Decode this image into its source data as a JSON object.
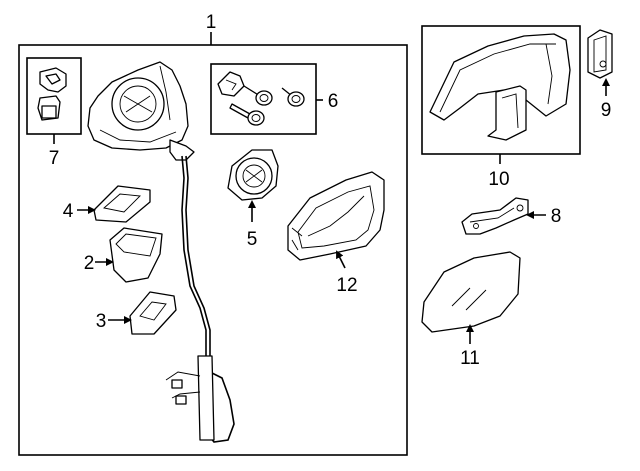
{
  "diagram": {
    "labels": {
      "c1": "1",
      "c2": "2",
      "c3": "3",
      "c4": "4",
      "c5": "5",
      "c6": "6",
      "c7": "7",
      "c8": "8",
      "c9": "9",
      "c10": "10",
      "c11": "11",
      "c12": "12"
    }
  },
  "colors": {
    "line": "#000000",
    "background": "#ffffff",
    "shade": "#d9d9d9"
  }
}
